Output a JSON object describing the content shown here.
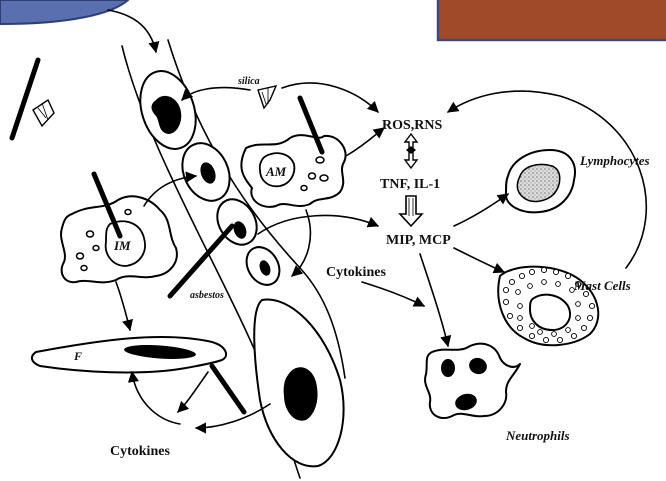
{
  "labels": {
    "silica": "silica",
    "am": "AM",
    "im": "IM",
    "f": "F",
    "asbestos": "asbestos",
    "ros_rns": "ROS,RNS",
    "tnf_il1": "TNF, IL-1",
    "mip_mcp": "MIP, MCP",
    "cytokines_mid": "Cytokines",
    "cytokines_bottom": "Cytokines",
    "lymphocytes": "Lymphocytes",
    "mast_cells": "Mast Cells",
    "neutrophils": "Neutrophils"
  },
  "colors": {
    "banner_fill": "#a04a27",
    "banner_border": "#3c4a7a",
    "topleft_fill": "#5a6fb0",
    "lymphocyte_stipple": "#b5b5b5"
  }
}
